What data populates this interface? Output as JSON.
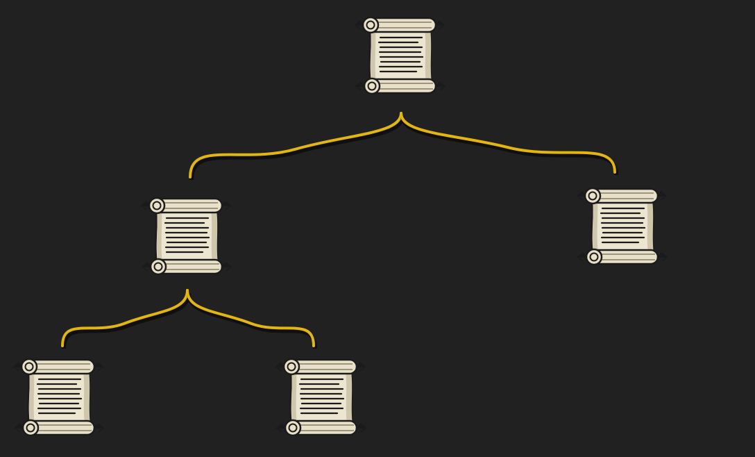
{
  "colors": {
    "background": "#212121",
    "connector": "#e2b510",
    "connector_shadow": "#0f0f0f",
    "parchment": "#ece5d0",
    "parchment_shade": "#cfc6ac",
    "ink": "#1b1b1b"
  },
  "tree": {
    "nodes": [
      {
        "id": "root",
        "icon": "scroll-icon"
      },
      {
        "id": "left",
        "icon": "scroll-icon"
      },
      {
        "id": "right",
        "icon": "scroll-icon"
      },
      {
        "id": "left-left",
        "icon": "scroll-icon"
      },
      {
        "id": "left-right",
        "icon": "scroll-icon"
      }
    ],
    "edges": [
      {
        "from": "root",
        "to": "left"
      },
      {
        "from": "root",
        "to": "right"
      },
      {
        "from": "left",
        "to": "left-left"
      },
      {
        "from": "left",
        "to": "left-right"
      }
    ]
  }
}
